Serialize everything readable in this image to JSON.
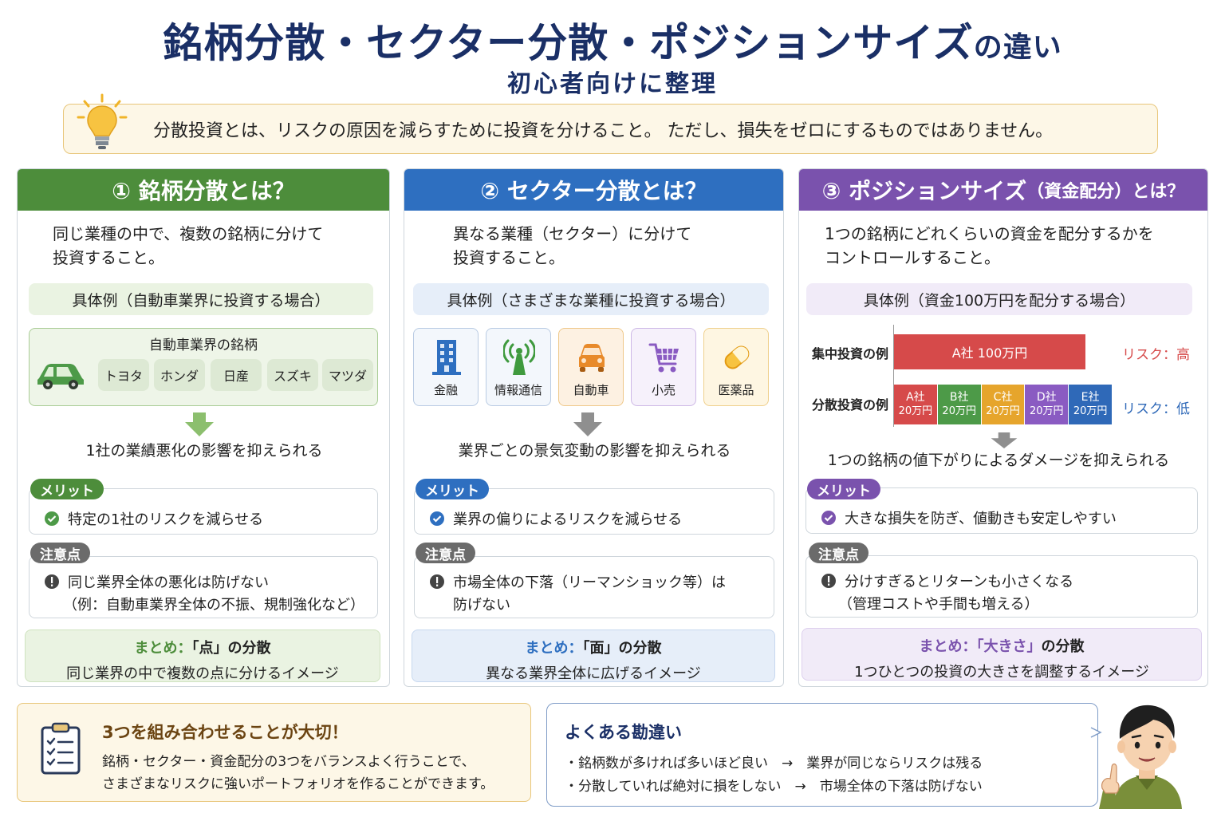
{
  "header": {
    "title_main": "銘柄分散・セクター分散・ポジションサイズ",
    "title_suffix": "の違い",
    "subtitle": "初心者向けに整理"
  },
  "intro": {
    "text": "分散投資とは、リスクの原因を減らすために投資を分けること。 ただし、損失をゼロにするものではありません。",
    "icon": "lightbulb-icon"
  },
  "panel1": {
    "title": "① 銘柄分散とは？",
    "desc_line1": "同じ業種の中で、複数の銘柄に分けて",
    "desc_line2": "投資すること。",
    "example_label": "具体例（自動車業界に投資する場合）",
    "box_caption": "自動車業界の銘柄",
    "stocks": [
      "トヨタ",
      "ホンダ",
      "日産",
      "スズキ",
      "マツダ"
    ],
    "result": "1社の業績悪化の影響を抑えられる",
    "merit_tag": "メリット",
    "merit": "特定の1社のリスクを減らせる",
    "caution_tag": "注意点",
    "caution_line1": "同じ業界全体の悪化は防げない",
    "caution_line2": "（例：自動車業界全体の不振、規制強化など）",
    "summary_prefix": "まとめ：",
    "summary_key": "「点」",
    "summary_suffix": "の分散",
    "summary_text": "同じ業界の中で複数の点に分けるイメージ",
    "color": "#4d8d3b"
  },
  "panel2": {
    "title": "② セクター分散とは？",
    "desc_line1": "異なる業種（セクター）に分けて",
    "desc_line2": "投資すること。",
    "example_label": "具体例（さまざまな業種に投資する場合）",
    "sectors": [
      "金融",
      "情報通信",
      "自動車",
      "小売",
      "医薬品"
    ],
    "result": "業界ごとの景気変動の影響を抑えられる",
    "merit_tag": "メリット",
    "merit": "業界の偏りによるリスクを減らせる",
    "caution_tag": "注意点",
    "caution_line1": "市場全体の下落（リーマンショック等）は",
    "caution_line2": "防げない",
    "summary_prefix": "まとめ：",
    "summary_key": "「面」",
    "summary_suffix": "の分散",
    "summary_text": "異なる業界全体に広げるイメージ",
    "color": "#2e6fc0"
  },
  "panel3": {
    "title_main": "③ ポジションサイズ",
    "title_paren": "（資金配分）",
    "title_end": "とは？",
    "desc_line1": "1つの銘柄にどれくらいの資金を配分するかを",
    "desc_line2": "コントロールすること。",
    "example_label": "具体例（資金100万円を配分する場合）",
    "concentrated_label": "集中投資の例",
    "diversified_label": "分散投資の例",
    "result": "1つの銘柄の値下がりによるダメージを抑えられる",
    "merit_tag": "メリット",
    "merit": "大きな損失を防ぎ、値動きも安定しやすい",
    "caution_tag": "注意点",
    "caution_line1": "分けすぎるとリターンも小さくなる",
    "caution_line2": "（管理コストや手間も増える）",
    "summary_prefix": "まとめ：",
    "summary_key": "「大きさ」",
    "summary_suffix": "の分散",
    "summary_text": "1つひとつの投資の大きさを調整するイメージ",
    "color": "#7a52ad"
  },
  "chart_data": {
    "type": "bar",
    "series": [
      {
        "name": "集中投資の例",
        "risk": "リスク：高",
        "segments": [
          {
            "label": "A社 100万円",
            "value": 100,
            "color": "#d64a4a"
          }
        ]
      },
      {
        "name": "分散投資の例",
        "risk": "リスク：低",
        "segments": [
          {
            "label": "A社",
            "amount": "20万円",
            "value": 20,
            "color": "#d64a4a"
          },
          {
            "label": "B社",
            "amount": "20万円",
            "value": 20,
            "color": "#4d9a48"
          },
          {
            "label": "C社",
            "amount": "20万円",
            "value": 20,
            "color": "#e6a52c"
          },
          {
            "label": "D社",
            "amount": "20万円",
            "value": 20,
            "color": "#8a5bc2"
          },
          {
            "label": "E社",
            "amount": "20万円",
            "value": 20,
            "color": "#2f69b8"
          }
        ]
      }
    ],
    "xlim": [
      0,
      100
    ]
  },
  "combo": {
    "heading": "3つを組み合わせることが大切！",
    "line1": "銘柄・セクター・資金配分の3つをバランスよく行うことで、",
    "line2": "さまざまなリスクに強いポートフォリオを作ることができます。"
  },
  "misconceptions": {
    "heading": "よくある勘違い",
    "line1": "・銘柄数が多ければ多いほど良い　→　業界が同じならリスクは残る",
    "line2": "・分散していれば絶対に損をしない　→　市場全体の下落は防げない"
  }
}
